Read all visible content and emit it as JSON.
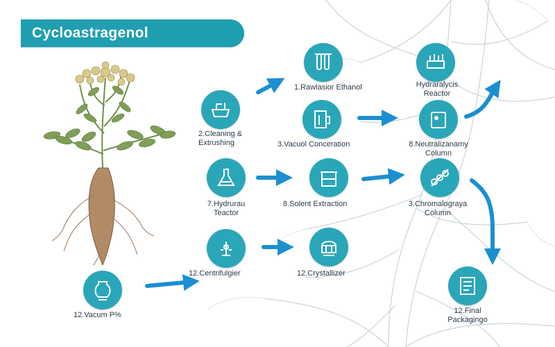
{
  "title": "Cycloastragenol",
  "colors": {
    "accent": "#1f9fb0",
    "circle": "#2aa6b9",
    "arrow": "#1b8fd0"
  },
  "steps": [
    {
      "icon": "test-tube-icon",
      "label1": "1.Rawlasior  Ethanol",
      "label2": ""
    },
    {
      "icon": "vessel-array-icon",
      "label1": "Hydraralycis",
      "label2": "Reactor"
    },
    {
      "icon": "washing-sink-icon",
      "label1": "2.Cleaning &",
      "label2": "Extrushing"
    },
    {
      "icon": "beaker-icon",
      "label1": "3.Vacuol Conceration",
      "label2": ""
    },
    {
      "icon": "neutralization-tank-icon",
      "label1": "8.Neutralizanamy",
      "label2": "Column"
    },
    {
      "icon": "flask-icon",
      "label1": "7.Hydrurau",
      "label2": "Teactor"
    },
    {
      "icon": "extraction-tank-icon",
      "label1": "8.Solent Extraction",
      "label2": ""
    },
    {
      "icon": "chromatography-column-icon",
      "label1": "3.Chromalograya",
      "label2": "Column"
    },
    {
      "icon": "centrifuge-icon",
      "label1": "12.Centrifulgier",
      "label2": ""
    },
    {
      "icon": "crystallizer-icon",
      "label1": "12.Crystallizer",
      "label2": ""
    },
    {
      "icon": "vacuum-vessel-icon",
      "label1": "12.Vacum  P%",
      "label2": ""
    },
    {
      "icon": "packaging-icon",
      "label1": "12.Final",
      "label2": "Packagingo"
    }
  ]
}
